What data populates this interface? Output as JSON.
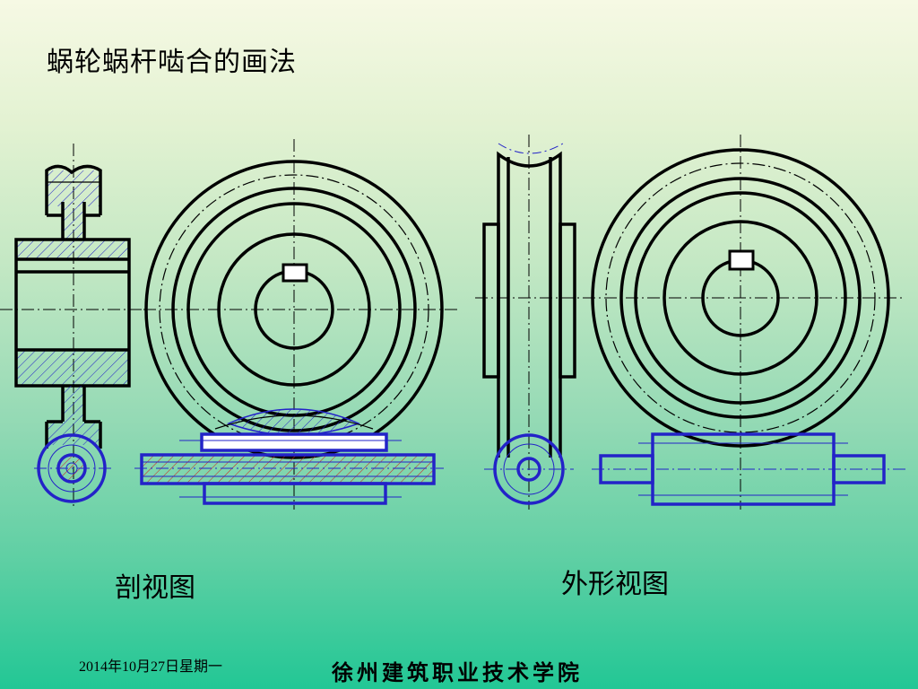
{
  "slide": {
    "title": "蜗轮蜗杆啮合的画法"
  },
  "views": {
    "section_label": "剖视图",
    "outer_label": "外形视图"
  },
  "footer": {
    "date": "2014年10月27日星期一",
    "school": "徐州建筑职业技术学院"
  },
  "colors": {
    "outline": "#000000",
    "worm": "#2323c8",
    "hatch_red": "#d02020",
    "hatch_blue": "#2323c8",
    "background_top": "#f6f9e4",
    "background_bottom": "#22c795"
  }
}
